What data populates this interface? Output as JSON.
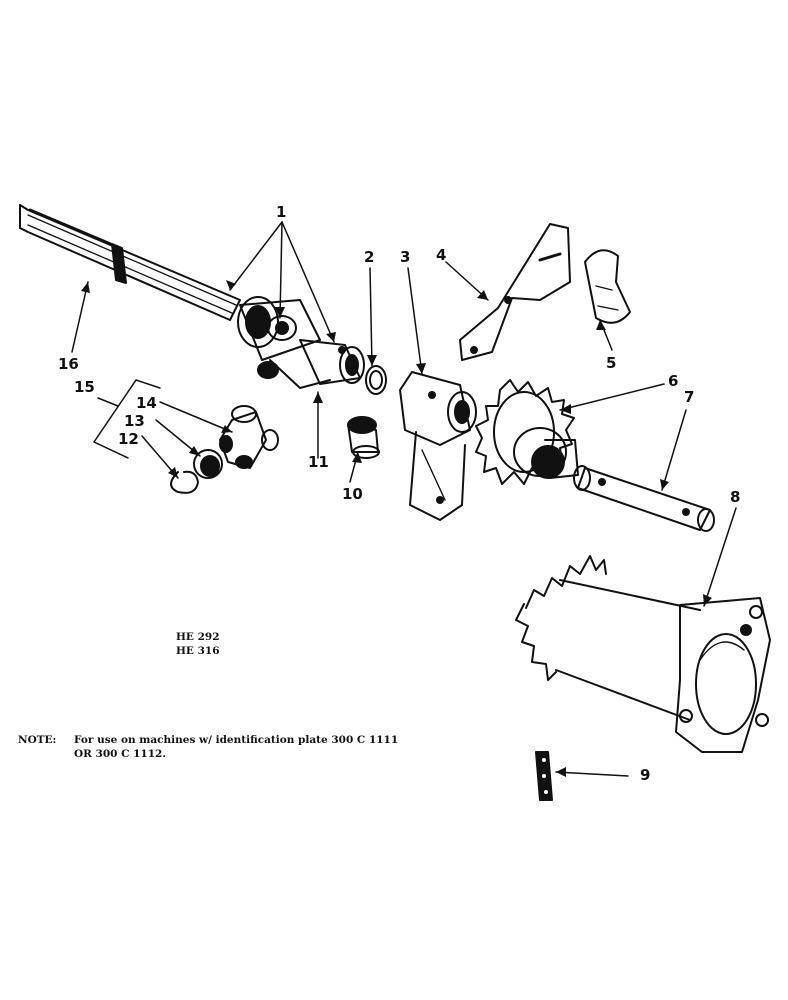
{
  "callouts": {
    "c1": "1",
    "c2": "2",
    "c3": "3",
    "c4": "4",
    "c5": "5",
    "c6": "6",
    "c7": "7",
    "c8": "8",
    "c9": "9",
    "c10": "10",
    "c11": "11",
    "c12": "12",
    "c13": "13",
    "c14": "14",
    "c15": "15",
    "c16": "16"
  },
  "reference_codes": [
    "HE 292",
    "HE 316"
  ],
  "note": {
    "label": "NOTE:",
    "line1": "For use on machines w/ identification plate 300 C 1111",
    "line2": "OR 300 C 1112."
  },
  "colors": {
    "ink": "#111111",
    "paper": "#ffffff"
  }
}
